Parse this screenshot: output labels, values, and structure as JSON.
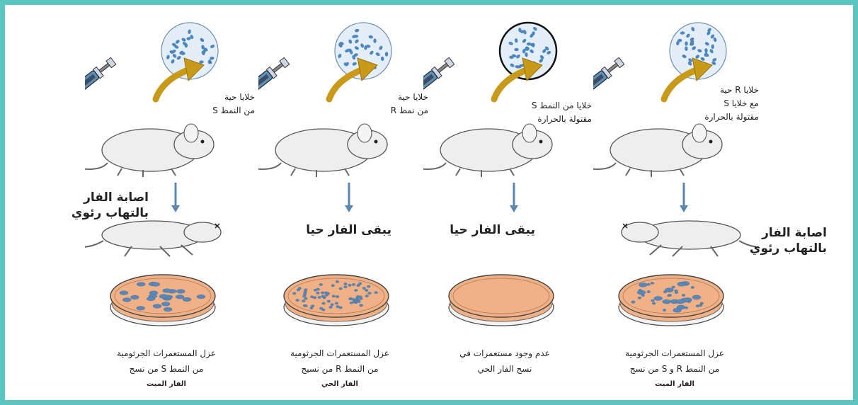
{
  "colors": {
    "frame": "#5bc6c0",
    "arrow_down": "#5b86b2",
    "arrow_bent": "#c99a1a",
    "syringe": "#5e8fb5",
    "dish_agar": "#efb185",
    "colony": "#5b86b8",
    "cells_fill": "#e3eef8",
    "cell": "#4d86bd"
  },
  "panels": [
    {
      "id": "type-s-live",
      "injection_line1": "خلايا حية",
      "injection_line2": "من النمط S",
      "outcome_line1": "اصابة الفار",
      "outcome_line2": "بالتهاب رئوي",
      "mouse_state": "dead",
      "result_line1": "عزل المستعمرات الجرثومية",
      "result_line2": "من النمط S من نسج",
      "result_line3": "الفار الميت",
      "dish_colonies": "large-blue"
    },
    {
      "id": "type-r-live",
      "injection_line1": "خلايا حية",
      "injection_line2": "من نمط R",
      "outcome_line1": "يبقى الفار حيا",
      "outcome_line2": "",
      "mouse_state": "alive",
      "result_line1": "عزل المستعمرات الجرثومية",
      "result_line2": "من النمط R من نسيج",
      "result_line3": "الفار الحي",
      "dish_colonies": "small-blue"
    },
    {
      "id": "type-s-heat-killed",
      "injection_line1": "خلايا من النمط S",
      "injection_line2": "مقتولة بالحرارة",
      "outcome_line1": "يبقى الفار حيا",
      "outcome_line2": "",
      "mouse_state": "alive",
      "result_line1": "عدم وجود مستعمرات في",
      "result_line2": "نسج الفار الحي",
      "result_line3": "",
      "dish_colonies": "none"
    },
    {
      "id": "type-r-plus-heat-killed-s",
      "injection_line1": "خلايا R حية",
      "injection_line2": "مع خلايا S",
      "injection_line3": "مقتولة بالحرارة",
      "outcome_line1": "اصابة الفار",
      "outcome_line2": "بالتهاب رئوي",
      "mouse_state": "dead",
      "result_line1": "عزل المستعمرات الجرثومية",
      "result_line2": "من النمط R و S من نسج",
      "result_line3": "الفار الميت",
      "dish_colonies": "mixed"
    }
  ]
}
